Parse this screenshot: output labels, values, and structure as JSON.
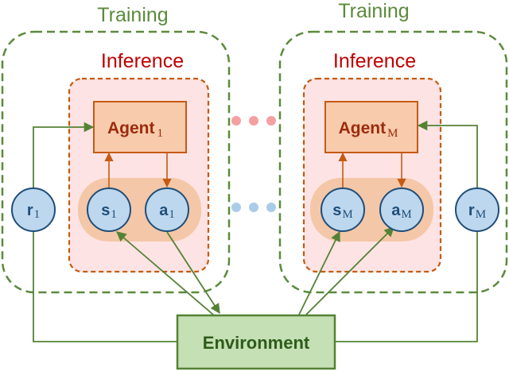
{
  "labels": {
    "training_left": "Training",
    "training_right": "Training",
    "inference_left": "Inference",
    "inference_right": "Inference",
    "agent_left": "Agent",
    "agent_left_sub": "1",
    "agent_right": "Agent",
    "agent_right_sub": "M",
    "reward_left": "r",
    "reward_left_sub": "1",
    "state_left": "s",
    "state_left_sub": "1",
    "action_left": "a",
    "action_left_sub": "1",
    "state_right": "s",
    "state_right_sub": "M",
    "action_right": "a",
    "action_right_sub": "M",
    "reward_right": "r",
    "reward_right_sub": "M",
    "environment": "Environment"
  },
  "colors": {
    "training_border": "#5b8a3c",
    "inference_border": "#c55a11",
    "inference_fill": "#fde3e3",
    "agent_fill": "#f8cbad",
    "agent_border": "#c55a11",
    "node_fill": "#bdd7ee",
    "node_border": "#1f4e79",
    "sa_band_fill": "#f4c7a8",
    "environment_fill": "#c5e0b4",
    "environment_border": "#548235",
    "ellipsis_red": "#f4a0a0",
    "ellipsis_blue": "#a9cce8"
  }
}
